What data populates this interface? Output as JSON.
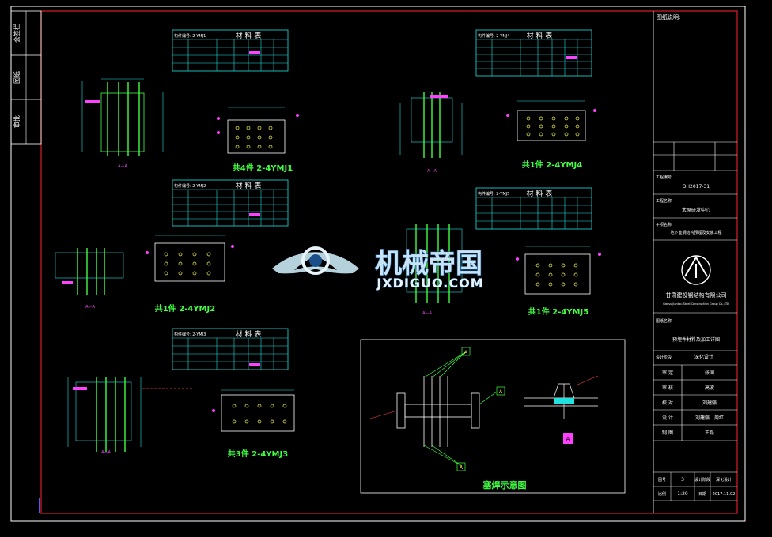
{
  "drawing": {
    "background": "#000000",
    "frame_color": "#d81f26",
    "line_color": "#ffffff",
    "table_color": "#20e0e0",
    "part_color": "#40ff40",
    "hole_color": "#ffff40",
    "callout_color": "#ff40ff",
    "left_strip": [
      "会签栏",
      "图纸",
      "审批"
    ],
    "tables": [
      {
        "title": "材 料 表",
        "code": "构件编号: 2-YMJ1",
        "caption": "共4件 2-4YMJ1"
      },
      {
        "title": "材 料 表",
        "code": "构件编号: 2-YMJ4",
        "caption": "共1件 2-4YMJ4"
      },
      {
        "title": "材 料 表",
        "code": "构件编号: 2-YMJ2",
        "caption": "共1件 2-4YMJ2"
      },
      {
        "title": "材 料 表",
        "code": "构件编号: 2-YMJ5",
        "caption": "共1件 2-4YMJ5"
      },
      {
        "title": "材 料 表",
        "code": "构件编号: 2-YMJ3",
        "caption": "共3件 2-4YMJ3"
      }
    ],
    "section_labels": [
      "A—A",
      "A—A",
      "A—A",
      "A—A",
      "A—A"
    ],
    "detail_title": "塞焊示意图",
    "detail_markers": [
      "A",
      "A",
      "A",
      "A"
    ]
  },
  "watermark": {
    "cn": "机械帝国",
    "en": "JXDIGUO.COM"
  },
  "title_block": {
    "top_label": "图纸说明:",
    "project_no_label": "工程编号",
    "project_no": "DH2017-31",
    "project_name_label": "工程名称",
    "project_name": "太原研发中心",
    "sub_project_label": "子项名称",
    "sub_project": "地下室钢结构预埋及安装工程",
    "company_cn": "甘肃建投钢结构有限公司",
    "company_en": "Gansu Jiantou Steel Construction Group Co.,LTD",
    "drawing_name_label": "图纸名称",
    "drawing_name": "预埋件材料及加工详图",
    "roles": [
      {
        "role": "审 定",
        "name": "张国"
      },
      {
        "role": "审 核",
        "name": "高波"
      },
      {
        "role": "校 对",
        "name": "刘建强"
      },
      {
        "role": "设 计",
        "name": "刘建强、周红"
      },
      {
        "role": "制 图",
        "name": "王磊"
      }
    ],
    "stage_label": "设计阶段",
    "stage": "深化设计",
    "scale_label": "比例",
    "scale": "1:20",
    "date_label": "日期",
    "date": "2017.11.02",
    "sheet_label": "图号",
    "sheet_no": "3"
  }
}
